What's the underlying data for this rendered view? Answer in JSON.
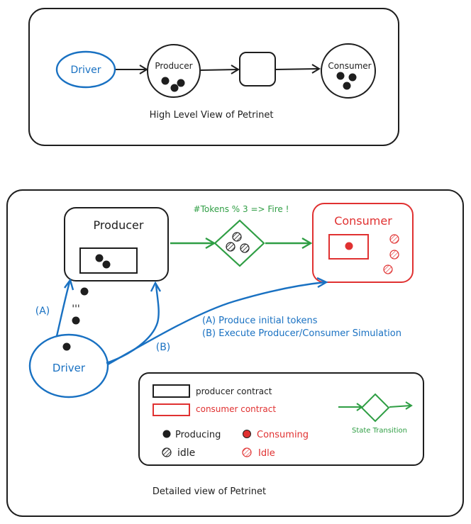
{
  "top": {
    "driver_label": "Driver",
    "producer_label": "Producer",
    "consumer_label": "Consumer",
    "caption": "High Level View of Petrinet"
  },
  "detail": {
    "producer_title": "Producer",
    "consumer_title": "Consumer",
    "fire_rule": "#Tokens % 3 => Fire !",
    "driver_label": "Driver",
    "ellipsis": "'''",
    "label_a": "(A)",
    "label_b": "(B)",
    "note_a": "(A) Produce initial tokens",
    "note_b": "(B) Execute Producer/Consumer Simulation",
    "caption": "Detailed view of Petrinet"
  },
  "legend": {
    "producer_contract": "producer contract",
    "consumer_contract": "consumer contract",
    "state_transition": "State Transition",
    "producing": "Producing",
    "consuming": "Consuming",
    "idle_black": "idle",
    "idle_red": "Idle"
  },
  "colors": {
    "ink": "#1e1e1e",
    "blue": "#1971c2",
    "red": "#e03131",
    "green": "#2f9e44"
  }
}
